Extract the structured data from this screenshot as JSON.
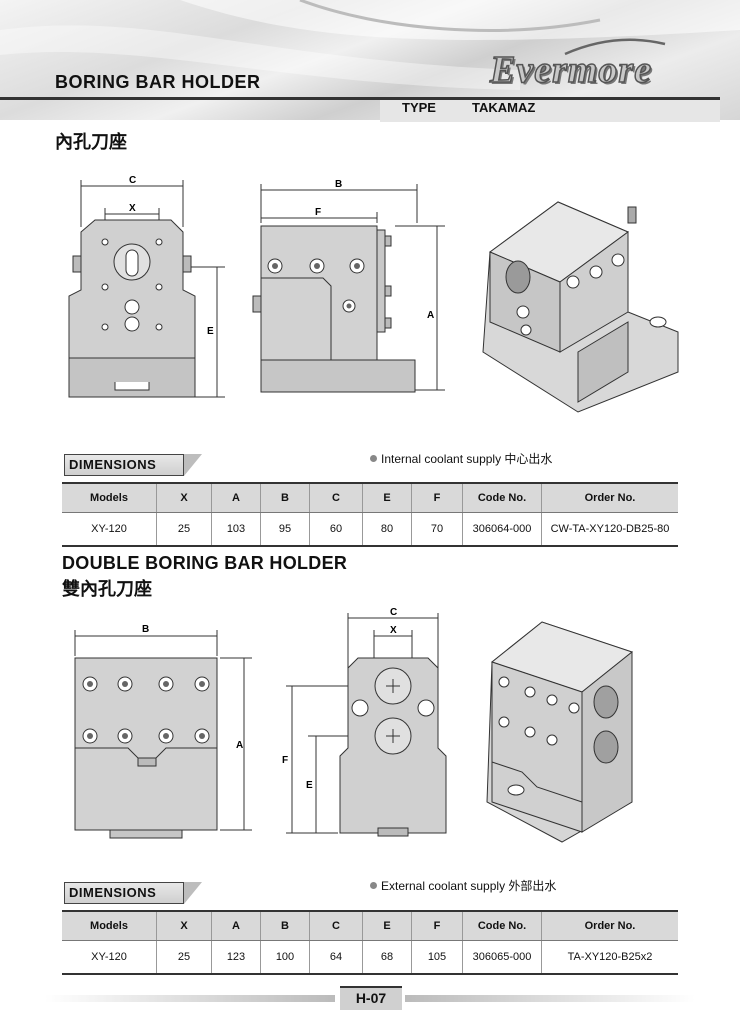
{
  "header": {
    "title": "BORING BAR HOLDER",
    "type_label": "TYPE",
    "type_value": "TAKAMAZ",
    "logo": "Evermore"
  },
  "section1": {
    "title_cn": "內孔刀座",
    "dim_labels": {
      "c": "C",
      "x": "X",
      "b": "B",
      "f": "F",
      "e": "E",
      "a": "A"
    },
    "dimensions_label": "DIMENSIONS",
    "coolant_note": "Internal coolant supply 中心出水",
    "table": {
      "headers": [
        "Models",
        "X",
        "A",
        "B",
        "C",
        "E",
        "F",
        "Code No.",
        "Order No."
      ],
      "rows": [
        [
          "XY-120",
          "25",
          "103",
          "95",
          "60",
          "80",
          "70",
          "306064-000",
          "CW-TA-XY120-DB25-80"
        ]
      ]
    }
  },
  "section2": {
    "title": "DOUBLE BORING BAR HOLDER",
    "title_cn": "雙內孔刀座",
    "dim_labels": {
      "b": "B",
      "a": "A",
      "c": "C",
      "x": "X",
      "f": "F",
      "e": "E"
    },
    "dimensions_label": "DIMENSIONS",
    "coolant_note": "External coolant supply 外部出水",
    "table": {
      "headers": [
        "Models",
        "X",
        "A",
        "B",
        "C",
        "E",
        "F",
        "Code No.",
        "Order No."
      ],
      "rows": [
        [
          "XY-120",
          "25",
          "123",
          "100",
          "64",
          "68",
          "105",
          "306065-000",
          "TA-XY120-B25x2"
        ]
      ]
    }
  },
  "footer": {
    "page": "H-07"
  }
}
